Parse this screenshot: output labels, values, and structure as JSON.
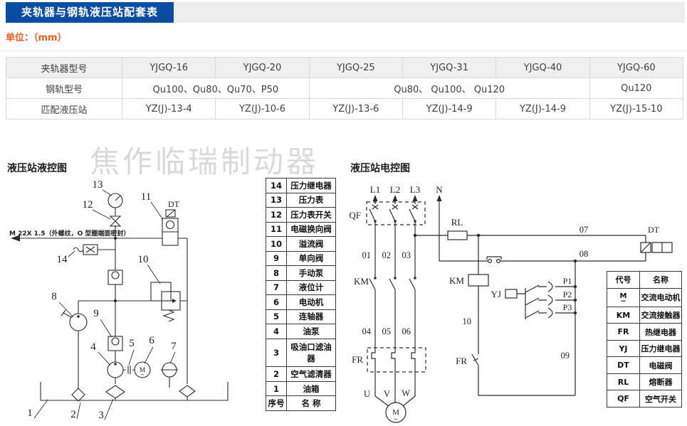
{
  "page": {
    "banner_title": "夹轨器与钢轨液压站配套表",
    "unit_label": "单位：（mm）"
  },
  "theme": {
    "banner_bg": "#0b4da2",
    "banner_text": "#ffffff",
    "unit_text": "#f25b1e",
    "table_header_bg": "#f0f0f0",
    "table_border": "#d9d9d9",
    "diagram_line": "#2b2b2b",
    "watermark_color": "#d9d9d9"
  },
  "watermark": "焦作临瑞制动器",
  "match_table": {
    "header": [
      "夹轨器型号",
      "YJGQ-16",
      "YJGQ-20",
      "YJGQ-25",
      "YJGQ-31",
      "YJGQ-40",
      "YJGQ-60"
    ],
    "rail": {
      "label": "钢轨型号",
      "g1": "Qu100、Qu80、Qu70、P50",
      "g2": "Qu80、 Qu100、 Qu120",
      "g3": "Qu120"
    },
    "station": {
      "label": "匹配液压站",
      "cells": [
        "YZ(J)-13-4",
        "YZ(J)-10-6",
        "YZ(J)-13-6",
        "YZ(J)-14-9",
        "YZ(J)-14-9",
        "YZ(J)-15-10"
      ]
    }
  },
  "hydraulic": {
    "title": "液压站液控图",
    "thread_note": "M 22X 1.5（外螺纹，O 型圈端面密封）",
    "callouts": {
      "c1": "1",
      "c2": "2",
      "c3": "3",
      "c4": "4",
      "c5": "5",
      "c6": "6",
      "c7": "7",
      "c8": "8",
      "c9": "9",
      "c10": "10",
      "c11": "11",
      "c12": "12",
      "c13": "13",
      "c14": "14",
      "dt": "DT",
      "motor": "M",
      "motor_tilde": "~"
    }
  },
  "parts_list": {
    "items": [
      {
        "num": "14",
        "name": "压力继电器"
      },
      {
        "num": "13",
        "name": "压力表"
      },
      {
        "num": "12",
        "name": "压力表开关"
      },
      {
        "num": "11",
        "name": "电磁换向阀"
      },
      {
        "num": "10",
        "name": "溢流阀"
      },
      {
        "num": "9",
        "name": "单向阀"
      },
      {
        "num": "8",
        "name": "手动泵"
      },
      {
        "num": "7",
        "name": "液位计"
      },
      {
        "num": "6",
        "name": "电动机"
      },
      {
        "num": "5",
        "name": "连轴器"
      },
      {
        "num": "4",
        "name": "油泵"
      },
      {
        "num": "3",
        "name": "吸油口滤油器"
      },
      {
        "num": "2",
        "name": "空气滤清器"
      },
      {
        "num": "1",
        "name": "油箱"
      }
    ],
    "footer": {
      "num": "序号",
      "name": "名 称"
    }
  },
  "electrical": {
    "title": "液压站电控图",
    "phases": [
      "L1",
      "L2",
      "L3",
      "N"
    ],
    "breaker": "QF",
    "contactor": "KM",
    "coil": "KM",
    "fuse": "RL",
    "thermal_main": "FR",
    "thermal_aux": "FR",
    "pressure_switch": "YJ",
    "solenoid": "DT",
    "wires": {
      "w01": "01",
      "w02": "02",
      "w03": "03",
      "w04": "04",
      "w05": "05",
      "w06": "06",
      "w07": "07",
      "w08": "08",
      "w09": "09",
      "w10": "10"
    },
    "pcontacts": [
      "P1",
      "P2",
      "P3"
    ],
    "terminals": [
      "U",
      "V",
      "W"
    ],
    "motor": {
      "sym": "M",
      "tilde": "~"
    }
  },
  "legend": {
    "header": {
      "code": "代号",
      "name": "名称"
    },
    "motor_row": {
      "code": "M",
      "tilde": "~",
      "name": "交流电动机"
    },
    "rows": [
      [
        "KM",
        "交流接触器"
      ],
      [
        "FR",
        "热继电器"
      ],
      [
        "YJ",
        "压力继电器"
      ],
      [
        "DT",
        "电磁阀"
      ],
      [
        "RL",
        "熔断器"
      ],
      [
        "QF",
        "空气开关"
      ]
    ]
  }
}
